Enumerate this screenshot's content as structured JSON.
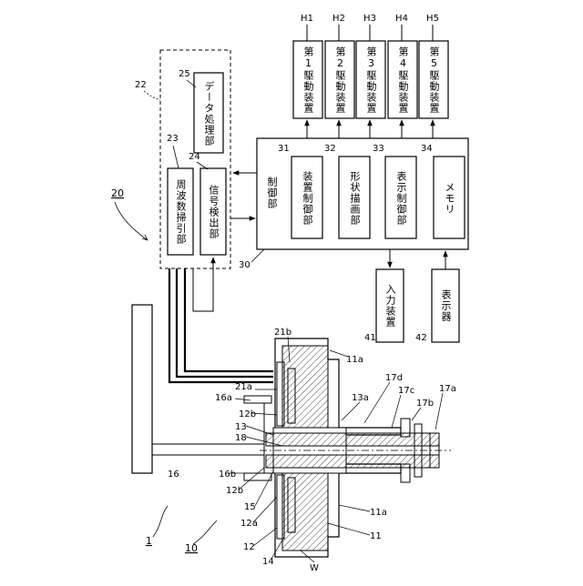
{
  "labels": {
    "fig_system": "1",
    "ref_10": "10",
    "ref_20": "20",
    "ref_22": "22",
    "ref_23": "23",
    "ref_24": "24",
    "ref_25": "25",
    "ref_30": "30",
    "ref_31": "31",
    "ref_32": "32",
    "ref_33": "33",
    "ref_34": "34",
    "ref_41": "41",
    "ref_42": "42",
    "ref_11": "11",
    "ref_11a_top": "11a",
    "ref_11a_bot": "11a",
    "ref_12": "12",
    "ref_12a": "12a",
    "ref_12b_top": "12b",
    "ref_12b_bot": "12b",
    "ref_13": "13",
    "ref_13a": "13a",
    "ref_14": "14",
    "ref_15": "15",
    "ref_16": "16",
    "ref_16a": "16a",
    "ref_16b": "16b",
    "ref_17a": "17a",
    "ref_17b": "17b",
    "ref_17c": "17c",
    "ref_17d": "17d",
    "ref_18": "18",
    "ref_21a": "21a",
    "ref_21b": "21b",
    "ref_W": "W"
  },
  "drives": [
    {
      "ref": "H1",
      "label": "第1駆動装置"
    },
    {
      "ref": "H2",
      "label": "第2駆動装置"
    },
    {
      "ref": "H3",
      "label": "第3駆動装置"
    },
    {
      "ref": "H4",
      "label": "第4駆動装置"
    },
    {
      "ref": "H5",
      "label": "第5駆動装置"
    }
  ],
  "blocks": {
    "data_processing": "データ処理部",
    "freq_sweep": "周波数掃引部",
    "signal_detect": "信号検出部",
    "control_unit": "制御部",
    "device_control": "装置制御部",
    "shape_drawing": "形状描画部",
    "display_control": "表示制御部",
    "memory": "メモリ",
    "input_device": "入力装置",
    "display": "表示器"
  }
}
